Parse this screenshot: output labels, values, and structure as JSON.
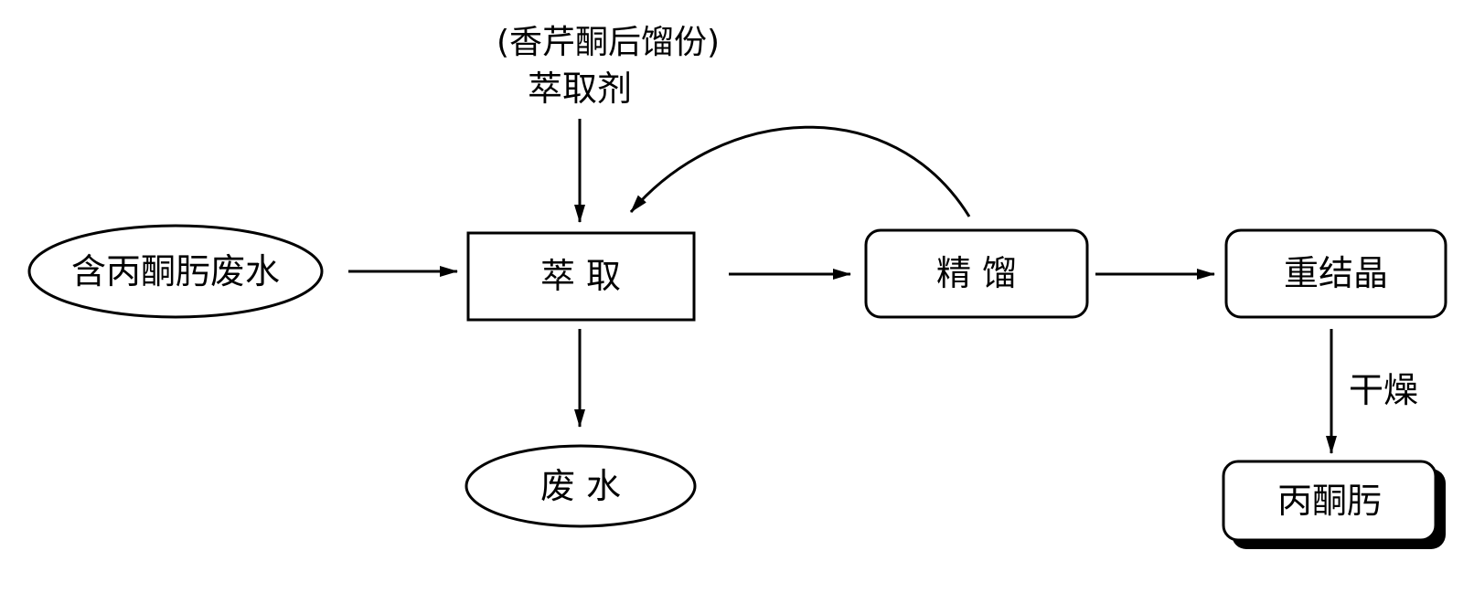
{
  "nodes": {
    "extractant_note": "(香芹酮后馏份)",
    "extractant": "萃取剂",
    "wastewater_in": "含丙酮肟废水",
    "extraction": "萃  取",
    "distillation": "精  馏",
    "recrystallization": "重结晶",
    "waste_water_out": "废  水",
    "product": "丙酮肟"
  },
  "edges": {
    "drying": "干燥"
  },
  "colors": {
    "stroke": "#000000",
    "background": "#ffffff"
  }
}
